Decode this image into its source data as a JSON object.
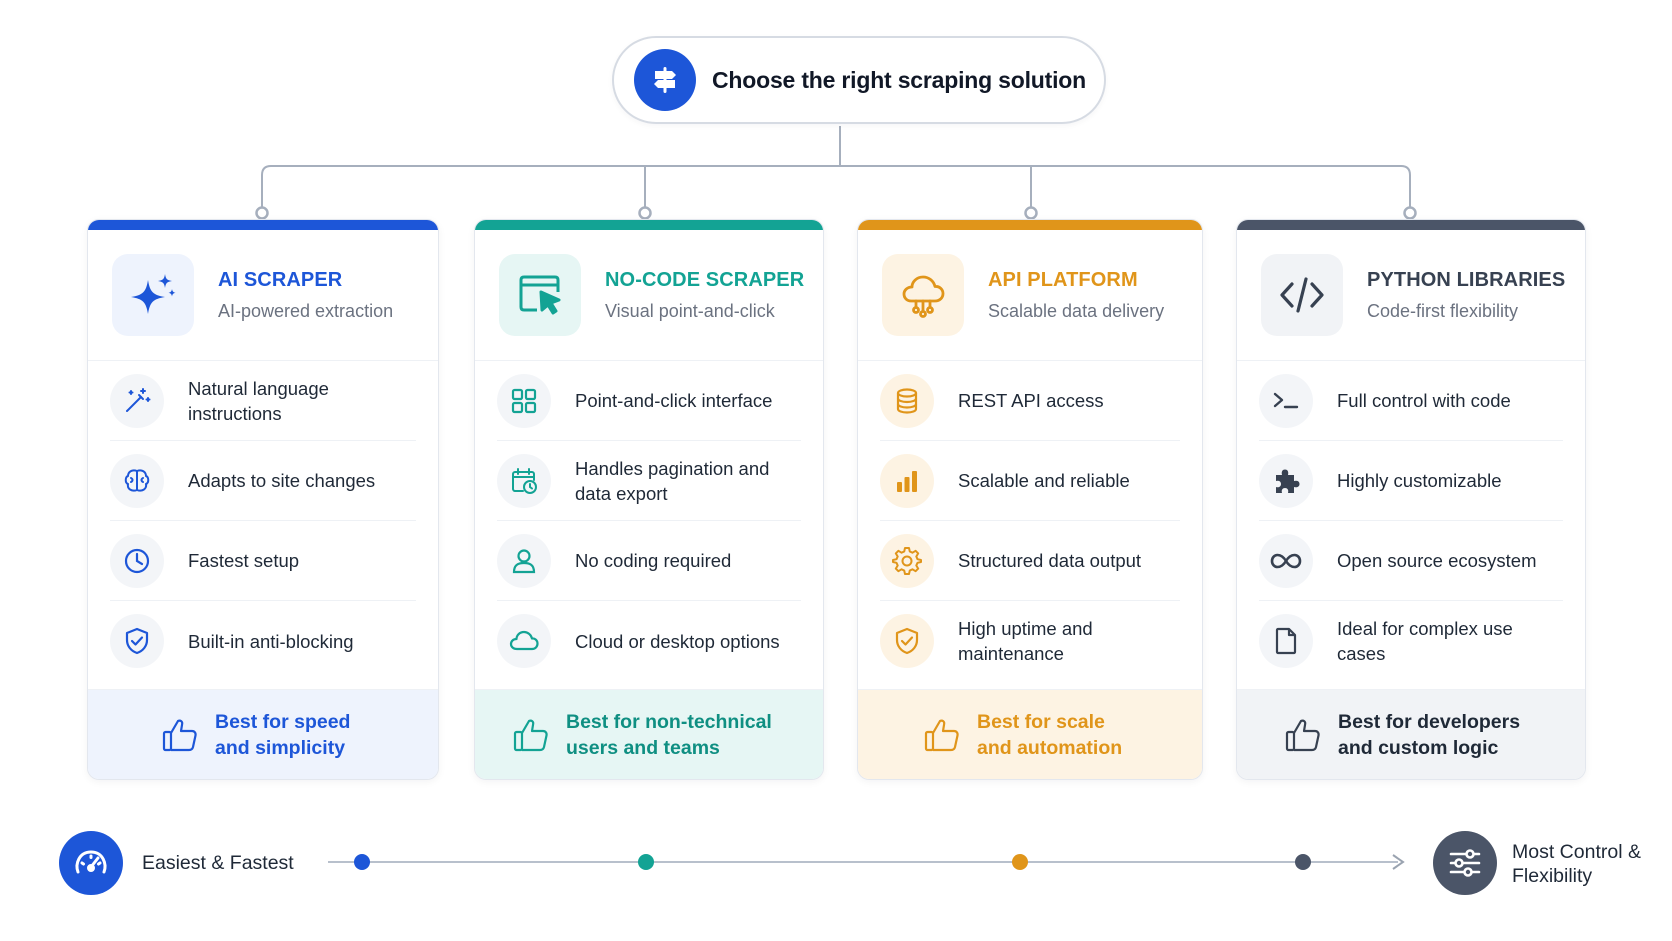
{
  "header": {
    "title": "Choose the right scraping solution",
    "icon": "signpost-icon"
  },
  "cards": [
    {
      "title": "AI SCRAPER",
      "subtitle": "AI-powered extraction",
      "accent": "#1d56d8",
      "icon": "sparkles-icon",
      "features": [
        {
          "text": "Natural language instructions",
          "icon": "magic-wand-icon"
        },
        {
          "text": "Adapts to site changes",
          "icon": "brain-icon"
        },
        {
          "text": "Fastest setup",
          "icon": "clock-icon"
        },
        {
          "text": "Built-in anti-blocking",
          "icon": "shield-check-icon"
        }
      ],
      "best_for": "Best for speed and simplicity"
    },
    {
      "title": "NO-CODE SCRAPER",
      "subtitle": "Visual point-and-click",
      "accent": "#13a394",
      "icon": "cursor-window-icon",
      "features": [
        {
          "text": "Point-and-click interface",
          "icon": "grid-icon"
        },
        {
          "text": "Handles pagination and data export",
          "icon": "calendar-clock-icon"
        },
        {
          "text": "No coding required",
          "icon": "user-icon"
        },
        {
          "text": "Cloud or desktop options",
          "icon": "cloud-icon"
        }
      ],
      "best_for": "Best for non-technical users and teams"
    },
    {
      "title": "API PLATFORM",
      "subtitle": "Scalable data delivery",
      "accent": "#e0951a",
      "icon": "cloud-network-icon",
      "features": [
        {
          "text": "REST API access",
          "icon": "database-icon"
        },
        {
          "text": "Scalable and reliable",
          "icon": "bar-chart-icon"
        },
        {
          "text": "Structured data output",
          "icon": "gear-icon"
        },
        {
          "text": "High uptime and maintenance",
          "icon": "shield-check-icon"
        }
      ],
      "best_for": "Best for scale and automation"
    },
    {
      "title": "PYTHON LIBRARIES",
      "subtitle": "Code-first flexibility",
      "accent": "#4b5568",
      "icon": "code-brackets-icon",
      "features": [
        {
          "text": "Full control with code",
          "icon": "terminal-icon"
        },
        {
          "text": "Highly customizable",
          "icon": "puzzle-icon"
        },
        {
          "text": "Open source ecosystem",
          "icon": "infinity-icon"
        },
        {
          "text": "Ideal for complex use cases",
          "icon": "file-icon"
        }
      ],
      "best_for": "Best for developers and custom logic"
    }
  ],
  "scale": {
    "left_label": "Easiest & Fastest",
    "left_icon": "speedometer-icon",
    "right_label": "Most Control & Flexibility",
    "right_icon": "sliders-icon",
    "dot_colors": [
      "#1d56d8",
      "#13a394",
      "#e0951a",
      "#4b5568"
    ]
  }
}
